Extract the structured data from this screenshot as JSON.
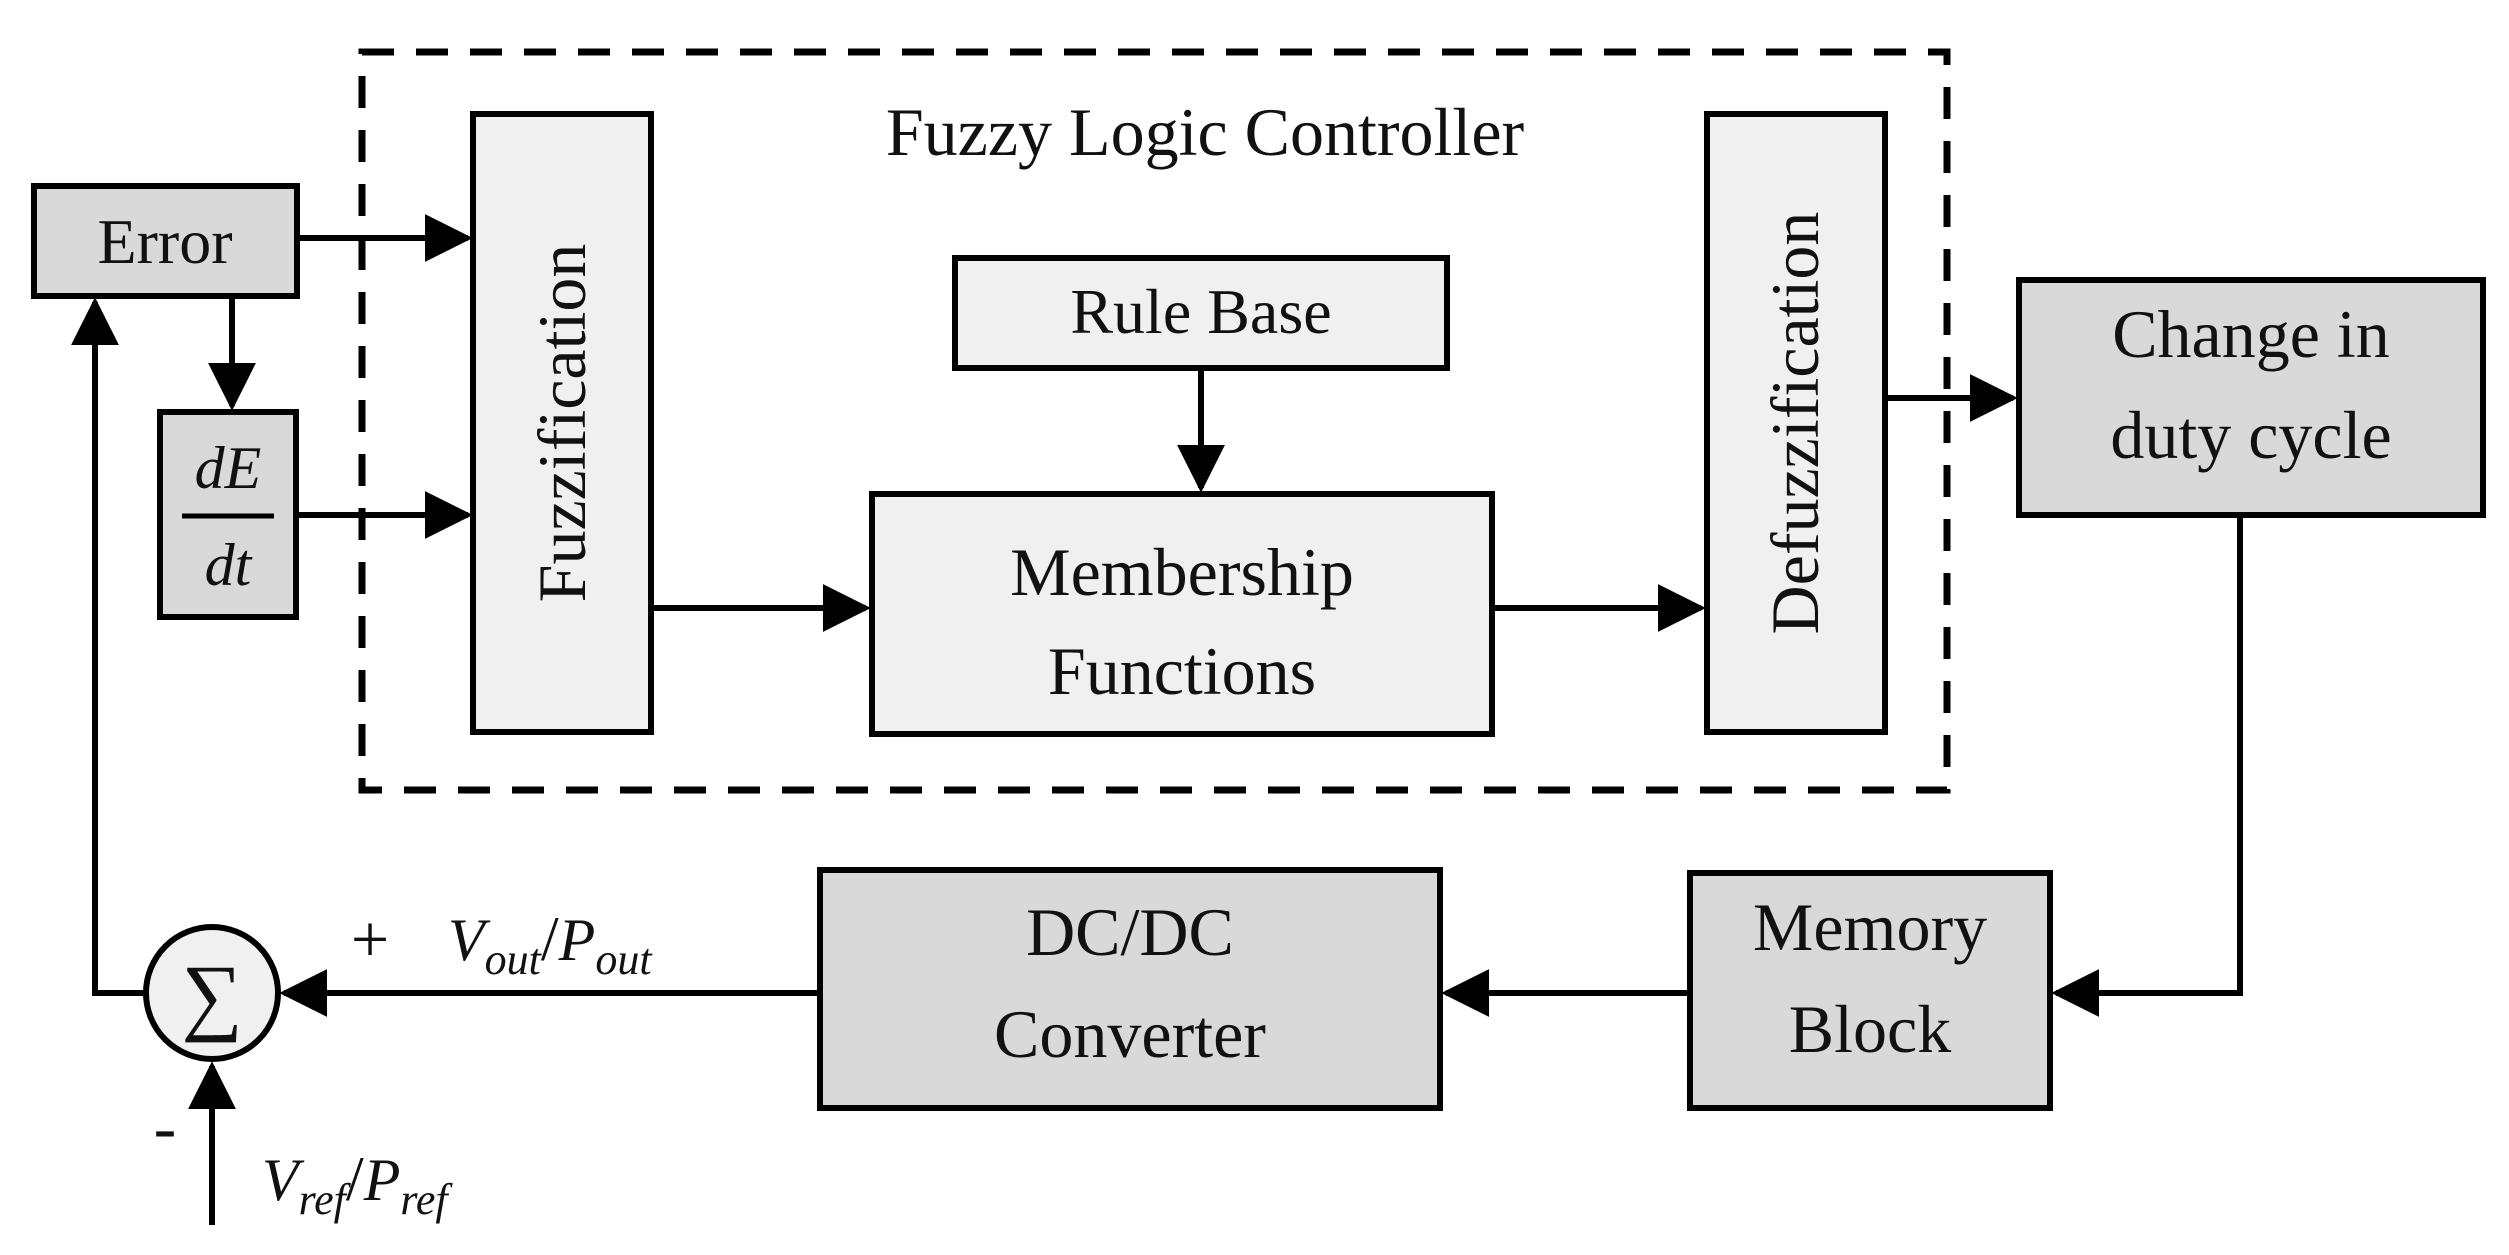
{
  "title": "Fuzzy Logic Controller",
  "blocks": {
    "error": "Error",
    "derivative": {
      "numerator": "dE",
      "denominator": "dt"
    },
    "fuzzification": "Fuzzification",
    "rule_base": "Rule Base",
    "membership": {
      "line1": "Membership",
      "line2": "Functions"
    },
    "defuzzification": "Defuzzification",
    "change_duty": {
      "line1": "Change in",
      "line2": "duty cycle"
    },
    "memory": {
      "line1": "Memory",
      "line2": "Block"
    },
    "converter": {
      "line1": "DC/DC",
      "line2": "Converter"
    },
    "summer": "∑"
  },
  "signals": {
    "plus": "+",
    "minus": "-",
    "vout": "V",
    "vout_sub": "out",
    "slash1": "/",
    "pout": "P",
    "pout_sub": "out",
    "vref": "V",
    "vref_sub": "ref",
    "slash2": "/",
    "pref": "P",
    "pref_sub": "ref"
  },
  "colors": {
    "block_light": "#f0f0f0",
    "block_dark": "#d9d9d9",
    "line": "#000000"
  }
}
